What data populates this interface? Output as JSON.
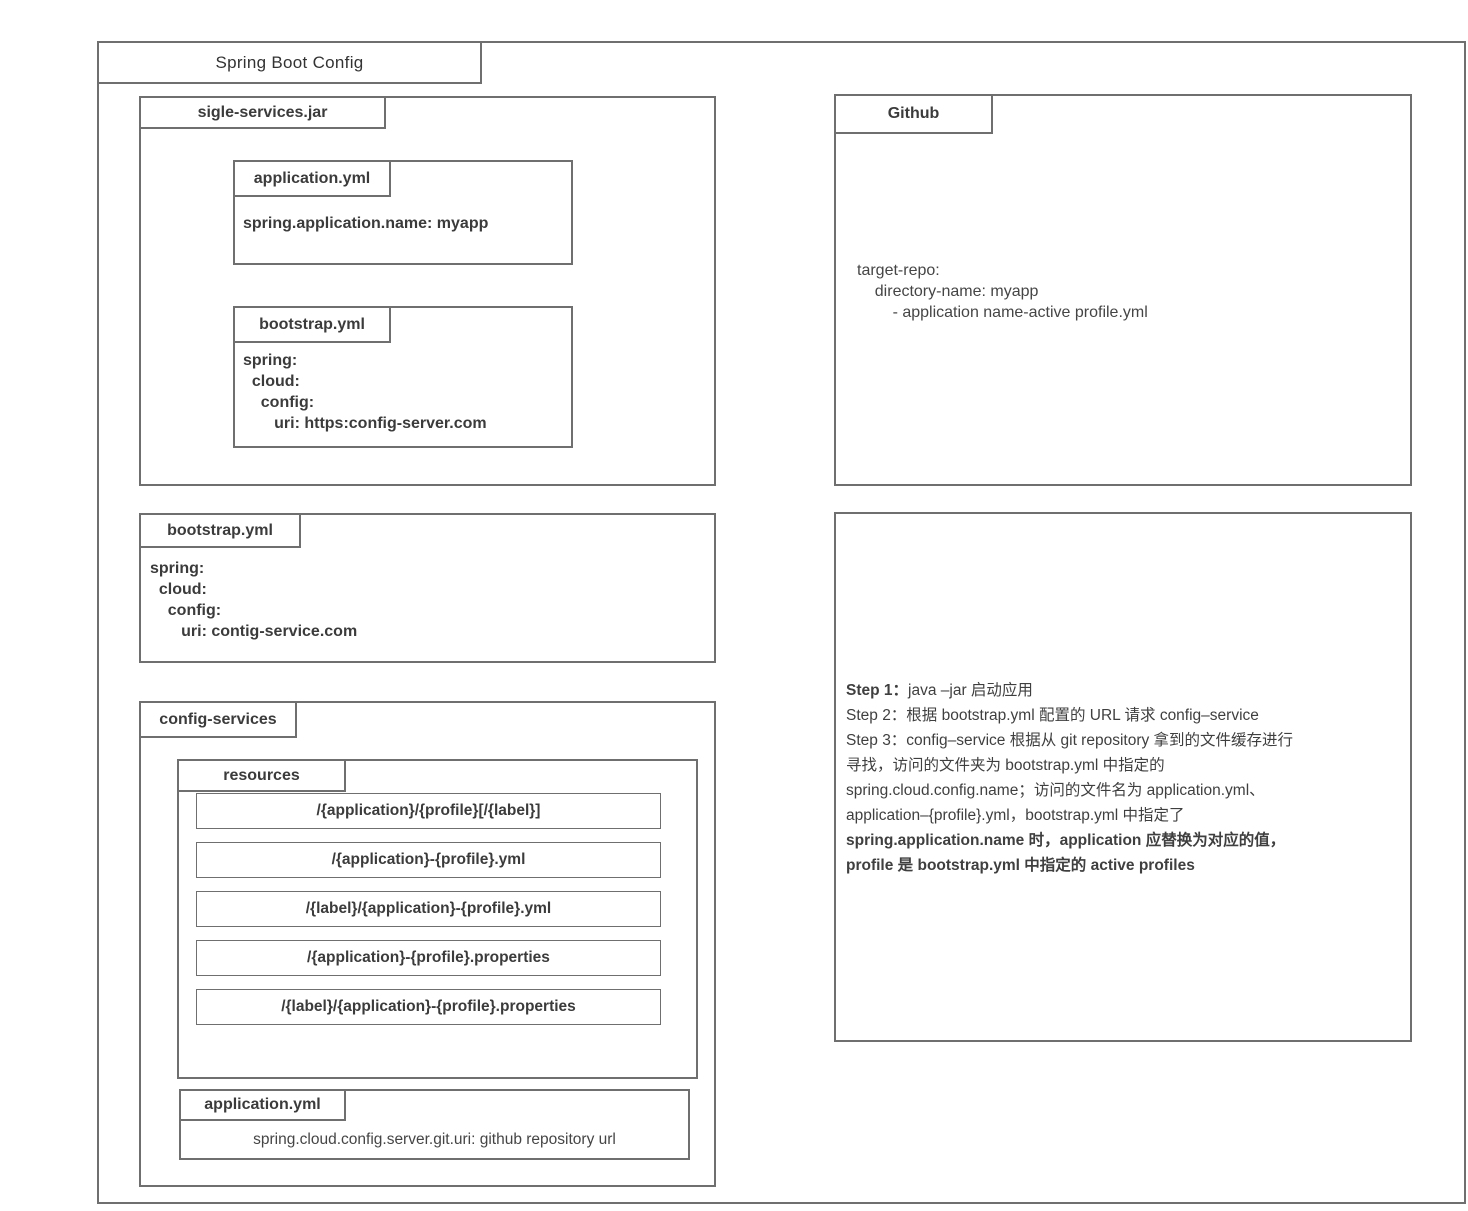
{
  "title": "Spring Boot Config",
  "colors": {
    "border": "#6f6f6f",
    "text": "#3b3b3b"
  },
  "jar": {
    "tab": "sigle-services.jar",
    "application_yml": {
      "tab": "application.yml",
      "content": "spring.application.name: myapp"
    },
    "bootstrap_yml": {
      "tab": "bootstrap.yml",
      "content": "spring:\n  cloud:\n    config:\n       uri: https:config-server.com"
    }
  },
  "bootstrap": {
    "tab": "bootstrap.yml",
    "content": "spring:\n  cloud:\n    config:\n       uri: contig-service.com"
  },
  "config_services": {
    "tab": "config-services",
    "resources": {
      "tab": "resources",
      "rows": [
        "/{application}/{profile}[/{label}]",
        "/{application}-{profile}.yml",
        "/{label}/{application}-{profile}.yml",
        "/{application}-{profile}.properties",
        "/{label}/{application}-{profile}.properties"
      ]
    },
    "application_yml": {
      "tab": "application.yml",
      "content": "spring.cloud.config.server.git.uri: github repository url"
    }
  },
  "github": {
    "tab": "Github",
    "content": "target-repo:\n    directory-name: myapp\n        - application name-active profile.yml"
  },
  "steps": {
    "line1_bold": "Step 1：",
    "line1_rest": "java –jar 启动应用",
    "line2": "Step 2：根据 bootstrap.yml 配置的 URL 请求 config–service",
    "line3": "Step 3：config–service 根据从 git repository 拿到的文件缓存进行",
    "line4": "寻找，访问的文件夹为 bootstrap.yml 中指定的",
    "line5": "spring.cloud.config.name；访问的文件名为 application.yml、",
    "line6": "application–{profile}.yml，bootstrap.yml 中指定了",
    "line7": "spring.application.name 时，application 应替换为对应的值，",
    "line8": "profile 是 bootstrap.yml 中指定的 active profiles"
  }
}
